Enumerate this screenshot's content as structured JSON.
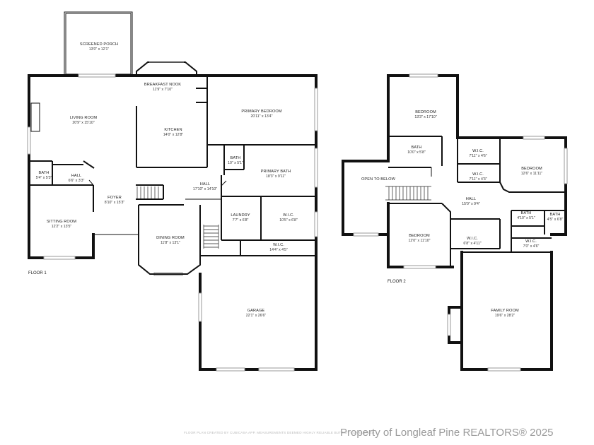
{
  "floor1": {
    "label": "FLOOR 1",
    "rooms": [
      {
        "id": "screened-porch",
        "name": "SCREENED PORCH",
        "dim": "13'0\" x 12'1\""
      },
      {
        "id": "breakfast-nook",
        "name": "BREAKFAST NOOK",
        "dim": "11'9\" x 7'10\""
      },
      {
        "id": "living-room",
        "name": "LIVING ROOM",
        "dim": "20'9\" x 15'10\""
      },
      {
        "id": "kitchen",
        "name": "KITCHEN",
        "dim": "14'0\" x 12'8\""
      },
      {
        "id": "primary-bedroom",
        "name": "PRIMARY BEDROOM",
        "dim": "20'11\" x 13'4\""
      },
      {
        "id": "bath-small",
        "name": "BATH",
        "dim": "10\" x 5'1\""
      },
      {
        "id": "primary-bath",
        "name": "PRIMARY BATH",
        "dim": "18'3\" x 9'11\""
      },
      {
        "id": "bath-1",
        "name": "BATH",
        "dim": "5'4\" x 5'3\""
      },
      {
        "id": "hall-1",
        "name": "HALL",
        "dim": "6'6\" x 3'3\""
      },
      {
        "id": "hall-2",
        "name": "HALL",
        "dim": "17'10\" x 14'10\""
      },
      {
        "id": "foyer",
        "name": "FOYER",
        "dim": "8'10\" x 15'3\""
      },
      {
        "id": "sitting-room",
        "name": "SITTING ROOM",
        "dim": "12'2\" x 13'5\""
      },
      {
        "id": "laundry",
        "name": "LAUNDRY",
        "dim": "7'7\" x 6'8\""
      },
      {
        "id": "wic-1",
        "name": "W.I.C.",
        "dim": "10'5\" x 6'8\""
      },
      {
        "id": "dining-room",
        "name": "DINING ROOM",
        "dim": "11'8\" x 13'1\""
      },
      {
        "id": "wic-2",
        "name": "W.I.C.",
        "dim": "14'4\" x 4'5\""
      },
      {
        "id": "garage",
        "name": "GARAGE",
        "dim": "22'1\" x 26'6\""
      }
    ]
  },
  "floor2": {
    "label": "FLOOR 2",
    "open_to_below": "OPEN TO BELOW",
    "rooms": [
      {
        "id": "bedroom-top",
        "name": "BEDROOM",
        "dim": "13'3\" x 17'10\""
      },
      {
        "id": "bath-2a",
        "name": "BATH",
        "dim": "10'0\" x 5'8\""
      },
      {
        "id": "wic-3",
        "name": "W.I.C.",
        "dim": "7'11\" x 4'6\""
      },
      {
        "id": "wic-4",
        "name": "W.I.C.",
        "dim": "7'11\" x 4'3\""
      },
      {
        "id": "bedroom-right",
        "name": "BEDROOM",
        "dim": "12'6\" x 11'11\""
      },
      {
        "id": "hall-3",
        "name": "HALL",
        "dim": "15'0\" x 9'4\""
      },
      {
        "id": "bath-2b",
        "name": "BATH",
        "dim": "4'10\" x 5'1\""
      },
      {
        "id": "bath-2c",
        "name": "BATH",
        "dim": "4'5\" x 6'8\""
      },
      {
        "id": "bedroom-bottom",
        "name": "BEDROOM",
        "dim": "12'0\" x 11'10\""
      },
      {
        "id": "wic-5",
        "name": "W.I.C.",
        "dim": "6'8\" x 4'11\""
      },
      {
        "id": "wic-6",
        "name": "W.I.C.",
        "dim": "7'0\" x 4'6\""
      },
      {
        "id": "family-room",
        "name": "FAMILY ROOM",
        "dim": "19'6\" x 28'2\""
      }
    ]
  },
  "footer": {
    "credit": "FLOOR PLAN CREATED BY CUBICASA APP. MEASUREMENTS DEEMED HIGHLY RELIABLE BUT NOT GUARANTEED.",
    "watermark": "Property of Longleaf Pine REALTORS® 2025"
  }
}
